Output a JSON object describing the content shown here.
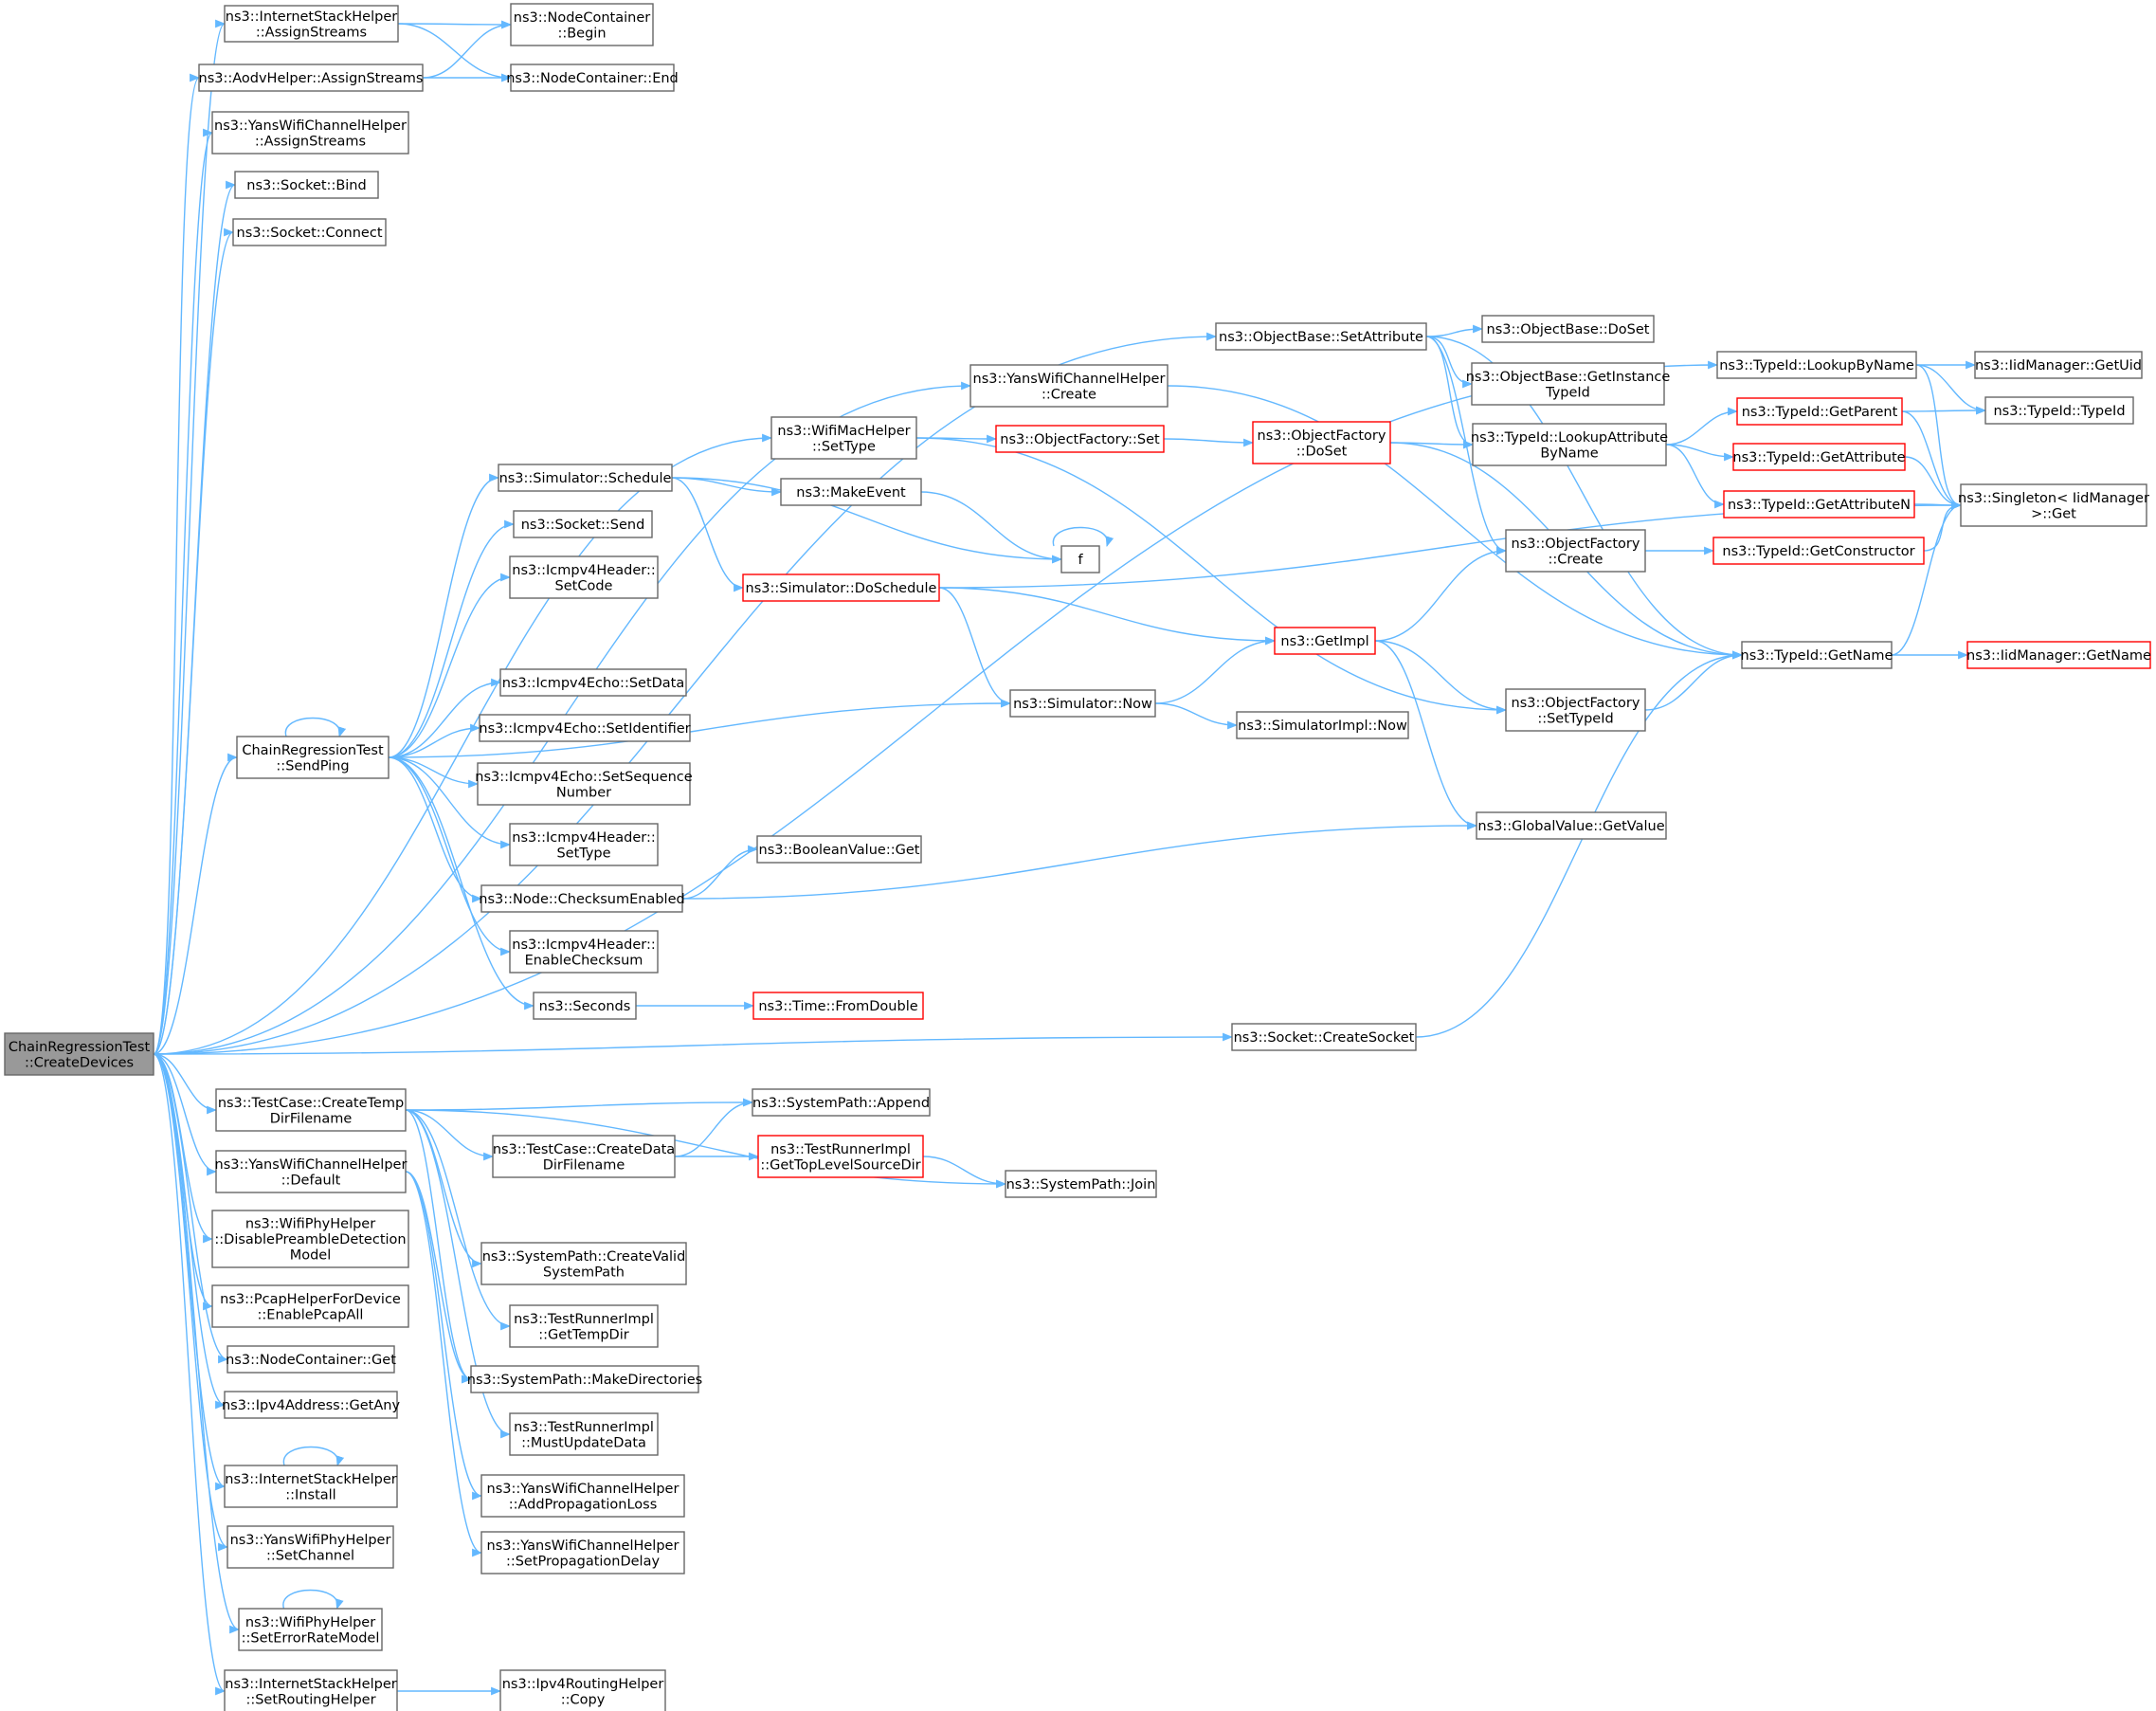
{
  "colors": {
    "edge": "#63b8ff",
    "node_border": "#666666",
    "highlight_border": "#ff0000",
    "root_fill": "#999999",
    "background": "#ffffff"
  },
  "nodes": {
    "root": [
      "ChainRegressionTest",
      "::CreateDevices"
    ],
    "ish_assign": [
      "ns3::InternetStackHelper",
      "::AssignStreams"
    ],
    "aodv_assign": [
      "ns3::AodvHelper::AssignStreams"
    ],
    "ywc_assign": [
      "ns3::YansWifiChannelHelper",
      "::AssignStreams"
    ],
    "sock_bind": [
      "ns3::Socket::Bind"
    ],
    "sock_connect": [
      "ns3::Socket::Connect"
    ],
    "nc_begin": [
      "ns3::NodeContainer",
      "::Begin"
    ],
    "nc_end": [
      "ns3::NodeContainer::End"
    ],
    "tid_lookup": [
      "ns3::TypeId::LookupByName"
    ],
    "iid_getuid": [
      "ns3::IidManager::GetUid"
    ],
    "tid_typeid": [
      "ns3::TypeId::TypeId"
    ],
    "singleton": [
      "ns3::Singleton< IidManager",
      " >::Get"
    ],
    "ob_setattr": [
      "ns3::ObjectBase::SetAttribute"
    ],
    "ob_doset": [
      "ns3::ObjectBase::DoSet"
    ],
    "ob_getinst": [
      "ns3::ObjectBase::GetInstance",
      "TypeId"
    ],
    "ywc_create": [
      "ns3::YansWifiChannelHelper",
      "::Create"
    ],
    "wmh_settype": [
      "ns3::WifiMacHelper",
      "::SetType"
    ],
    "of_set": [
      "ns3::ObjectFactory::Set"
    ],
    "of_doset": [
      "ns3::ObjectFactory",
      "::DoSet"
    ],
    "tid_lookupattr": [
      "ns3::TypeId::LookupAttribute",
      "ByName"
    ],
    "tid_getparent": [
      "ns3::TypeId::GetParent"
    ],
    "tid_getattr": [
      "ns3::TypeId::GetAttribute"
    ],
    "tid_getattrn": [
      "ns3::TypeId::GetAttributeN"
    ],
    "tid_getctor": [
      "ns3::TypeId::GetConstructor"
    ],
    "sim_schedule": [
      "ns3::Simulator::Schedule"
    ],
    "makeevent": [
      "ns3::MakeEvent"
    ],
    "f": [
      "f"
    ],
    "sim_dosched": [
      "ns3::Simulator::DoSchedule"
    ],
    "sock_send": [
      "ns3::Socket::Send"
    ],
    "icmp_setcode": [
      "ns3::Icmpv4Header::",
      "SetCode"
    ],
    "of_create": [
      "ns3::ObjectFactory",
      "::Create"
    ],
    "getimpl": [
      "ns3::GetImpl"
    ],
    "sim_now": [
      "ns3::Simulator::Now"
    ],
    "simimpl_now": [
      "ns3::SimulatorImpl::Now"
    ],
    "of_settypeid": [
      "ns3::ObjectFactory",
      "::SetTypeId"
    ],
    "tid_getname": [
      "ns3::TypeId::GetName"
    ],
    "iid_getname": [
      "ns3::IidManager::GetName"
    ],
    "echo_setdata": [
      "ns3::Icmpv4Echo::SetData"
    ],
    "echo_setid": [
      "ns3::Icmpv4Echo::SetIdentifier"
    ],
    "echo_setseq": [
      "ns3::Icmpv4Echo::SetSequence",
      "Number"
    ],
    "sendping": [
      "ChainRegressionTest",
      "::SendPing"
    ],
    "icmp_settype": [
      "ns3::Icmpv4Header::",
      "SetType"
    ],
    "boolval_get": [
      "ns3::BooleanValue::Get"
    ],
    "gv_getvalue": [
      "ns3::GlobalValue::GetValue"
    ],
    "node_checksum": [
      "ns3::Node::ChecksumEnabled"
    ],
    "icmp_enablecs": [
      "ns3::Icmpv4Header::",
      "EnableChecksum"
    ],
    "seconds": [
      "ns3::Seconds"
    ],
    "time_fromdouble": [
      "ns3::Time::FromDouble"
    ],
    "sock_create": [
      "ns3::Socket::CreateSocket"
    ],
    "tc_createtemp": [
      "ns3::TestCase::CreateTemp",
      "DirFilename"
    ],
    "sp_append": [
      "ns3::SystemPath::Append"
    ],
    "tc_createdata": [
      "ns3::TestCase::CreateData",
      "DirFilename"
    ],
    "tri_gettop": [
      "ns3::TestRunnerImpl",
      "::GetTopLevelSourceDir"
    ],
    "sp_join": [
      "ns3::SystemPath::Join"
    ],
    "ywc_default": [
      "ns3::YansWifiChannelHelper",
      "::Default"
    ],
    "wph_disable": [
      "ns3::WifiPhyHelper",
      "::DisablePreambleDetection",
      "Model"
    ],
    "sp_createvalid": [
      "ns3::SystemPath::CreateValid",
      "SystemPath"
    ],
    "pcap_enable": [
      "ns3::PcapHelperForDevice",
      "::EnablePcapAll"
    ],
    "tri_gettemp": [
      "ns3::TestRunnerImpl",
      "::GetTempDir"
    ],
    "nc_get": [
      "ns3::NodeContainer::Get"
    ],
    "sp_makedirs": [
      "ns3::SystemPath::MakeDirectories"
    ],
    "ipv4_getany": [
      "ns3::Ipv4Address::GetAny"
    ],
    "tri_mustupdate": [
      "ns3::TestRunnerImpl",
      "::MustUpdateData"
    ],
    "ish_install": [
      "ns3::InternetStackHelper",
      "::Install"
    ],
    "ywc_addloss": [
      "ns3::YansWifiChannelHelper",
      "::AddPropagationLoss"
    ],
    "ywp_setchannel": [
      "ns3::YansWifiPhyHelper",
      "::SetChannel"
    ],
    "ywc_setdelay": [
      "ns3::YansWifiChannelHelper",
      "::SetPropagationDelay"
    ],
    "wph_seterror": [
      "ns3::WifiPhyHelper",
      "::SetErrorRateModel"
    ],
    "ish_setrouting": [
      "ns3::InternetStackHelper",
      "::SetRoutingHelper"
    ],
    "ipv4rh_copy": [
      "ns3::Ipv4RoutingHelper",
      "::Copy"
    ]
  }
}
